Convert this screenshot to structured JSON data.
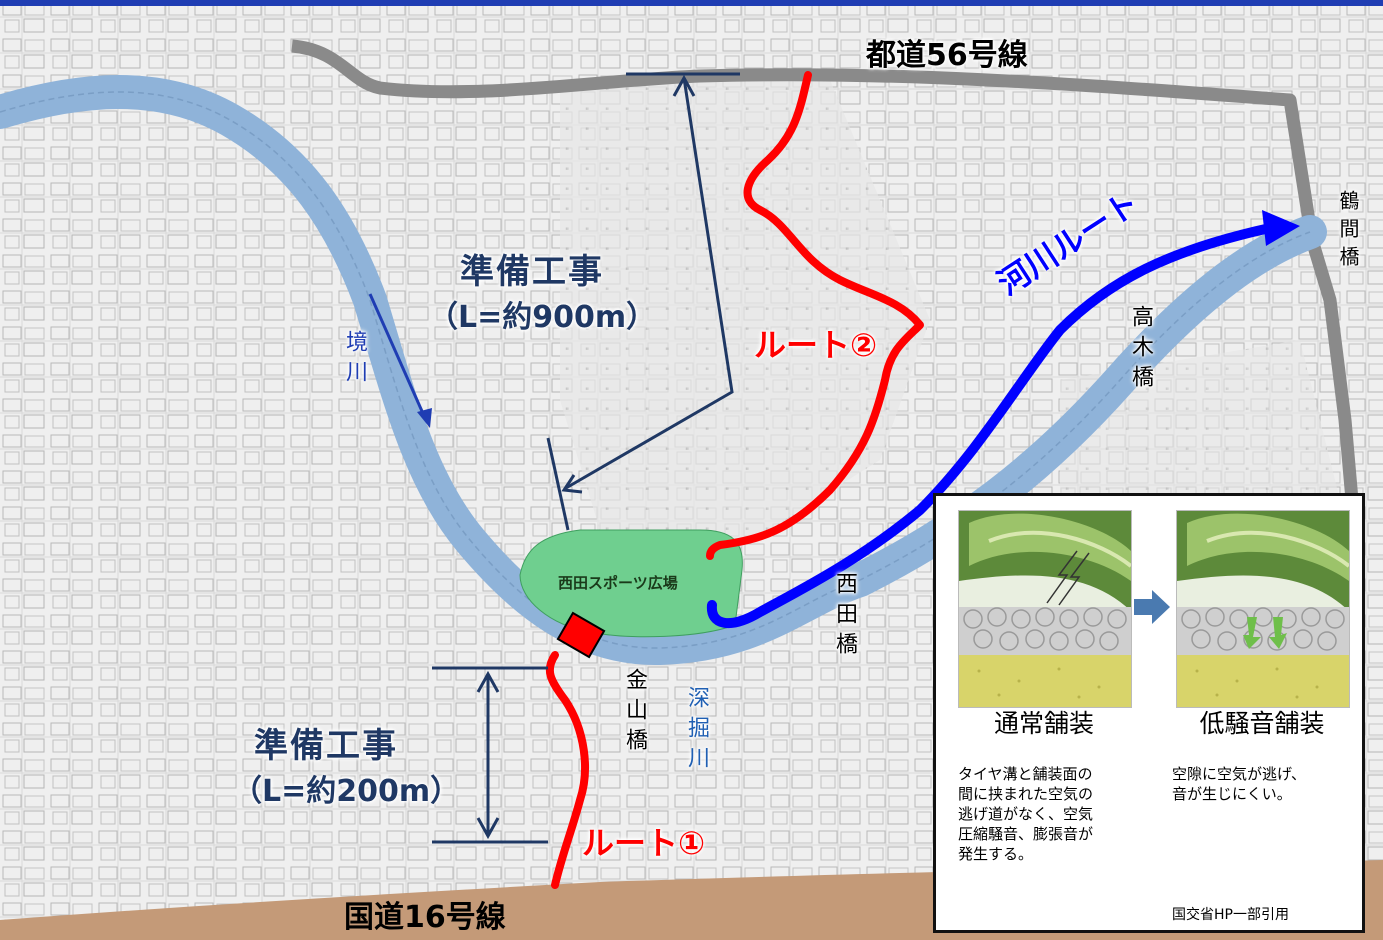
{
  "roads": {
    "metro_56": "都道56号線",
    "national_16": "国道16号線"
  },
  "labels": {
    "prep_work_north": "準備工事",
    "prep_work_north_length": "（L=約900m）",
    "prep_work_south": "準備工事",
    "prep_work_south_length": "（L=約200m）",
    "route_1": "ルート①",
    "route_2": "ルート②",
    "river_route": "河川ルート",
    "sports_ground": "西田スポーツ広場"
  },
  "map_text": {
    "sakai_river": "境川",
    "fukahori_river": "深掘川",
    "kanayama_bridge": "金山橋",
    "nishida_bridge": "西田橋",
    "takagi_bridge": "高木橋",
    "tsuruma_bridge": "鶴間橋"
  },
  "inset": {
    "normal_title": "通常舗装",
    "normal_desc": "タイヤ溝と舗装面の\n間に挟まれた空気の\n逃げ道がなく、空気\n圧縮騒音、膨張音が\n発生する。",
    "lownoise_title": "低騒音舗装",
    "lownoise_desc": "空隙に空気が逃げ、\n音が生じにくい。",
    "source": "国交省HP一部引用"
  },
  "colors": {
    "header_bar": "#1f3db3",
    "river_fill": "#8fb3d9",
    "metro_road": "#8a8a8a",
    "national_road": "#c49a78",
    "route_red": "#ff0000",
    "river_route_blue": "#0000ff",
    "annotation_navy": "#1f3864",
    "sports_ground_fill": "#6fcf8f",
    "inset_arrow": "#4a7ab0"
  }
}
